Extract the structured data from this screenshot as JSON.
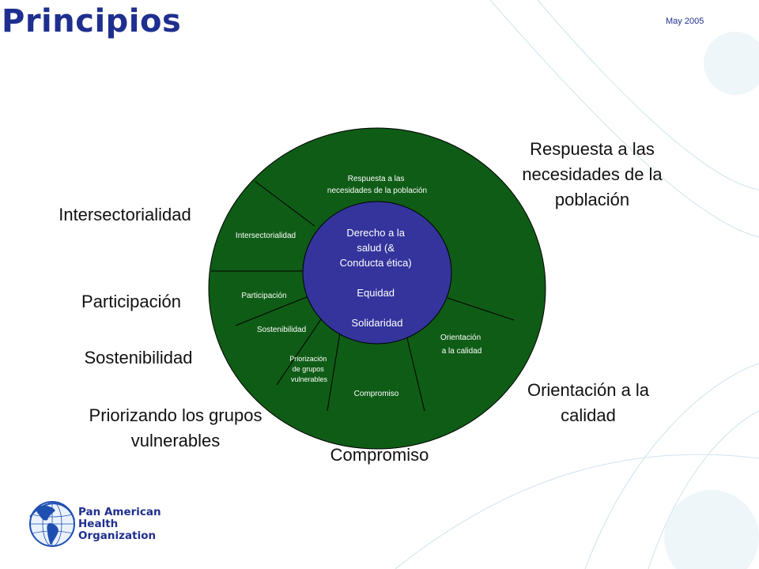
{
  "slide": {
    "title": "Principios",
    "date": "May 2005"
  },
  "diagram": {
    "center": {
      "lines": [
        "Derecho a la",
        "salud (&",
        "Conducta ética)",
        "",
        "Equidad",
        "",
        "Solidaridad"
      ]
    },
    "ring_labels": {
      "respuesta": [
        "Respuesta a las",
        "necesidades de la población"
      ],
      "intersectorialidad": [
        "Intersectorialidad"
      ],
      "participacion": [
        "Participación"
      ],
      "sostenibilidad": [
        "Sostenibilidad"
      ],
      "priorizacion": [
        "Priorización",
        "de grupos",
        "vulnerables"
      ],
      "compromiso": [
        "Compromiso"
      ],
      "orientacion": [
        "Orientación",
        "a la calidad"
      ]
    }
  },
  "outer_labels": {
    "respuesta": [
      "Respuesta a las",
      "necesidades de la",
      "población"
    ],
    "intersectorialidad": [
      "Intersectorialidad"
    ],
    "participacion": [
      "Participación"
    ],
    "sostenibilidad": [
      "Sostenibilidad"
    ],
    "priorizando": [
      "Priorizando los grupos",
      "vulnerables"
    ],
    "orientacion": [
      "Orientación a la",
      "calidad"
    ],
    "compromiso": [
      "Compromiso"
    ]
  },
  "logo": {
    "lines": [
      "Pan American",
      "Health",
      "Organization"
    ],
    "icon": "globe-icon"
  },
  "colors": {
    "ring_fill": "#0f5c16",
    "center_fill": "#34349c",
    "title": "#1f2f8f"
  }
}
